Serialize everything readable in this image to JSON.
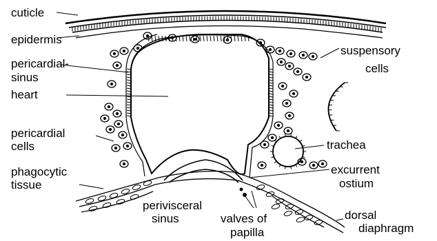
{
  "labels": {
    "cuticle": "cuticle",
    "epidermis": "epidermis",
    "pericardial_sinus_1": "pericardial-",
    "pericardial_sinus_2": "sinus",
    "heart": "heart",
    "pericardial_cells_1": "pericardial",
    "pericardial_cells_2": "cells",
    "phagocytic_tissue_1": "phagocytic",
    "phagocytic_tissue_2": "tissue",
    "perivisceral_sinus_1": "perivisceral",
    "perivisceral_sinus_2": "sinus",
    "valves_of_papilla_1": "valves of",
    "valves_of_papilla_2": "papilla",
    "suspensory_cells_1": "suspensory",
    "suspensory_cells_2": "cells",
    "trachea": "trachea",
    "excurrent_ostium_1": "excurrent",
    "excurrent_ostium_2": "ostium",
    "dorsal_diaphragm_1": "dorsal",
    "dorsal_diaphragm_2": "diaphragm"
  },
  "colors": {
    "ink": "#000000",
    "paper": "#ffffff"
  }
}
